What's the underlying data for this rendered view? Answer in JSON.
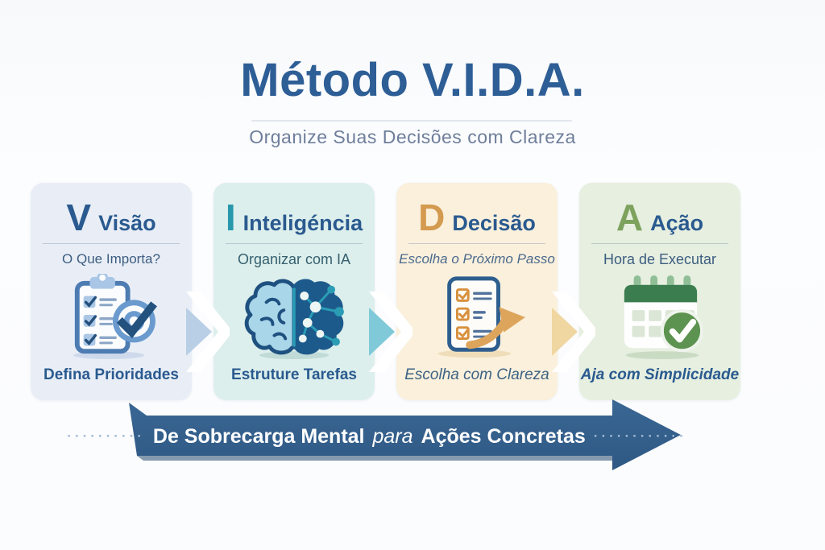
{
  "header": {
    "title": "Método V.I.D.A.",
    "subtitle": "Organize Suas Decisões com Clareza",
    "title_color": "#2e5e96",
    "subtitle_color": "#6e7e9b"
  },
  "cards": [
    {
      "letter": "V",
      "title": "Visão",
      "tagline": "O Que Importa?",
      "caption": "Defina Prioridades",
      "icon": "clipboard-target-icon",
      "bg_color": "#e9eef6",
      "letter_color": "#2a5a8f"
    },
    {
      "letter": "I",
      "title": "Inteligéncia",
      "tagline": "Organizar com IA",
      "caption": "Estruture Tarefas",
      "icon": "brain-ai-icon",
      "bg_color": "#ddefec",
      "letter_color": "#2798ad"
    },
    {
      "letter": "D",
      "title": "Decisão",
      "tagline": "Escolha o Próximo Passo",
      "caption": "Escolha com Clareza",
      "icon": "checklist-arrow-icon",
      "bg_color": "#faf0dc",
      "letter_color": "#d49a4f"
    },
    {
      "letter": "A",
      "title": "Ação",
      "tagline": "Hora de Executar",
      "caption": "Aja com Simplicidade",
      "icon": "calendar-check-icon",
      "bg_color": "#e6efe0",
      "letter_color": "#7da25d"
    }
  ],
  "connectors": [
    {
      "icon": "chevron-right-icon",
      "color": "#b9cfe6"
    },
    {
      "icon": "chevron-right-icon",
      "color": "#7fc9d9"
    },
    {
      "icon": "chevron-right-icon",
      "color": "#f0d6a0"
    }
  ],
  "footer": {
    "dots_left": "··········",
    "text_prefix": "De Sobrecarga Mental",
    "text_middle": "para",
    "text_suffix": "Ações Concretas",
    "dots_right": "············",
    "arrow_color": "#35618e"
  }
}
